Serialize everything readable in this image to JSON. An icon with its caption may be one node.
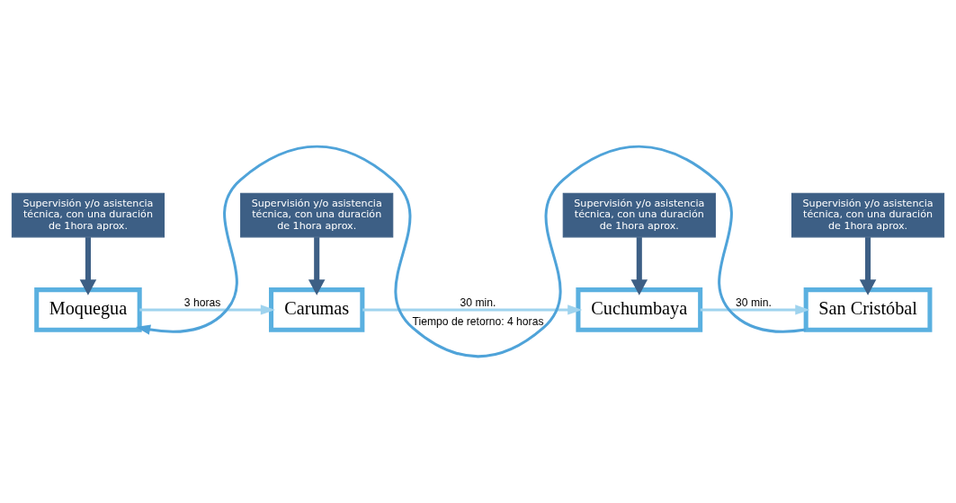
{
  "diagram": {
    "nodes": [
      {
        "text": [
          "Supervisión y/o asistencia técnica, con una duración de 1hora aprox."
        ]
      },
      {
        "text": [
          "Moquegua"
        ]
      },
      {
        "text": [
          "Supervisión y/o asistencia técnica, con una duración de 1hora aprox."
        ]
      },
      {
        "text": [
          "Carumas"
        ]
      },
      {
        "text": [
          "Supervisión y/o asistencia técnica, con una duración de 1hora aprox."
        ]
      },
      {
        "text": [
          "Cuchumbaya"
        ]
      },
      {
        "text": [
          "Supervisión y/o asistencia técnica, con una duración de 1hora aprox."
        ]
      },
      {
        "text": [
          "San Cristóbal"
        ]
      }
    ],
    "edges": [
      {
        "from": 0,
        "to": 1,
        "arrow": "to",
        "style": "thick"
      },
      {
        "from": 2,
        "to": 3,
        "arrow": "to",
        "style": "thick"
      },
      {
        "from": 4,
        "to": 5,
        "arrow": "to",
        "style": "thick"
      },
      {
        "from": 6,
        "to": 7,
        "arrow": "to",
        "style": "thick"
      },
      {
        "from": 1,
        "to": 3,
        "arrow": "to",
        "label": "3 horas",
        "color": "#9fd3ee"
      },
      {
        "from": 3,
        "to": 5,
        "arrow": "to",
        "label": "30 min.",
        "color": "#9fd3ee"
      },
      {
        "from": 5,
        "to": 7,
        "arrow": "to",
        "label": "30 min.",
        "color": "#9fd3ee"
      },
      {
        "from": 7,
        "to": 1,
        "arrow": "to",
        "label": "Tiempo de retorno: 4 horas",
        "color": "#4fa3d9"
      }
    ]
  }
}
